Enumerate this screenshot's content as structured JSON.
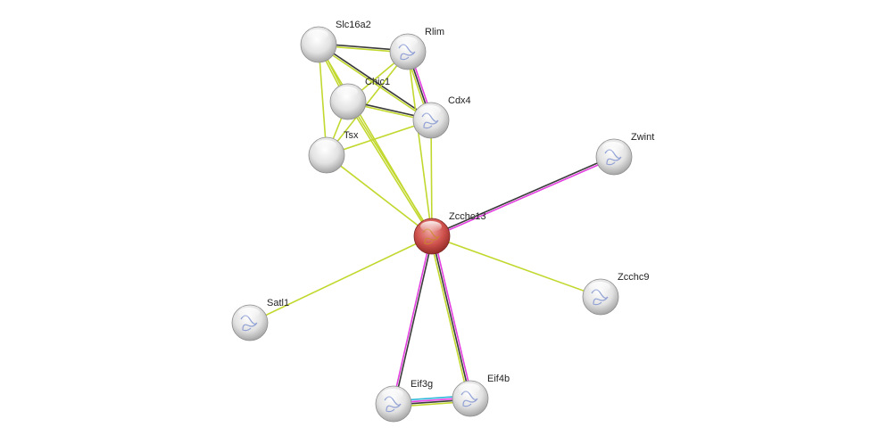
{
  "colors": {
    "textmining": "#c2d82f",
    "coexpression": "#3a3a3a",
    "experiments": "#e33ee0",
    "databases": "#2fb7d9",
    "query_node": "#c9433f",
    "node": "#d8d8d8"
  },
  "nodes": [
    {
      "id": "Slc16a2",
      "label": "Slc16a2",
      "query": false,
      "structure": false
    },
    {
      "id": "Rlim",
      "label": "Rlim",
      "query": false,
      "structure": true
    },
    {
      "id": "Chic1",
      "label": "Chic1",
      "query": false,
      "structure": false
    },
    {
      "id": "Cdx4",
      "label": "Cdx4",
      "query": false,
      "structure": true
    },
    {
      "id": "Tsx",
      "label": "Tsx",
      "query": false,
      "structure": false
    },
    {
      "id": "Zwint",
      "label": "Zwint",
      "query": false,
      "structure": true
    },
    {
      "id": "Zcchc13",
      "label": "Zcchc13",
      "query": true,
      "structure": true
    },
    {
      "id": "Zcchc9",
      "label": "Zcchc9",
      "query": false,
      "structure": true
    },
    {
      "id": "Satl1",
      "label": "Satl1",
      "query": false,
      "structure": true
    },
    {
      "id": "Eif3g",
      "label": "Eif3g",
      "query": false,
      "structure": true
    },
    {
      "id": "Eif4b",
      "label": "Eif4b",
      "query": false,
      "structure": true
    }
  ],
  "edges": [
    {
      "from": "Slc16a2",
      "to": "Rlim",
      "types": [
        "coexpression",
        "textmining"
      ]
    },
    {
      "from": "Slc16a2",
      "to": "Chic1",
      "types": [
        "textmining",
        "textmining"
      ]
    },
    {
      "from": "Slc16a2",
      "to": "Cdx4",
      "types": [
        "coexpression",
        "textmining"
      ]
    },
    {
      "from": "Slc16a2",
      "to": "Tsx",
      "types": [
        "textmining"
      ]
    },
    {
      "from": "Slc16a2",
      "to": "Zcchc13",
      "types": [
        "textmining"
      ]
    },
    {
      "from": "Rlim",
      "to": "Chic1",
      "types": [
        "textmining"
      ]
    },
    {
      "from": "Rlim",
      "to": "Cdx4",
      "types": [
        "experiments",
        "coexpression",
        "textmining"
      ]
    },
    {
      "from": "Rlim",
      "to": "Tsx",
      "types": [
        "textmining"
      ]
    },
    {
      "from": "Rlim",
      "to": "Zcchc13",
      "types": [
        "textmining"
      ]
    },
    {
      "from": "Chic1",
      "to": "Cdx4",
      "types": [
        "coexpression",
        "textmining"
      ]
    },
    {
      "from": "Chic1",
      "to": "Tsx",
      "types": [
        "textmining"
      ]
    },
    {
      "from": "Chic1",
      "to": "Zcchc13",
      "types": [
        "textmining",
        "textmining"
      ]
    },
    {
      "from": "Cdx4",
      "to": "Tsx",
      "types": [
        "textmining"
      ]
    },
    {
      "from": "Cdx4",
      "to": "Zcchc13",
      "types": [
        "textmining"
      ]
    },
    {
      "from": "Tsx",
      "to": "Zcchc13",
      "types": [
        "textmining"
      ]
    },
    {
      "from": "Zwint",
      "to": "Zcchc13",
      "types": [
        "experiments",
        "coexpression"
      ]
    },
    {
      "from": "Zcchc9",
      "to": "Zcchc13",
      "types": [
        "textmining"
      ]
    },
    {
      "from": "Satl1",
      "to": "Zcchc13",
      "types": [
        "textmining"
      ]
    },
    {
      "from": "Eif3g",
      "to": "Zcchc13",
      "types": [
        "experiments",
        "coexpression"
      ]
    },
    {
      "from": "Eif4b",
      "to": "Zcchc13",
      "types": [
        "textmining",
        "coexpression",
        "experiments"
      ]
    },
    {
      "from": "Eif3g",
      "to": "Eif4b",
      "types": [
        "databases",
        "experiments",
        "coexpression",
        "textmining"
      ]
    }
  ]
}
